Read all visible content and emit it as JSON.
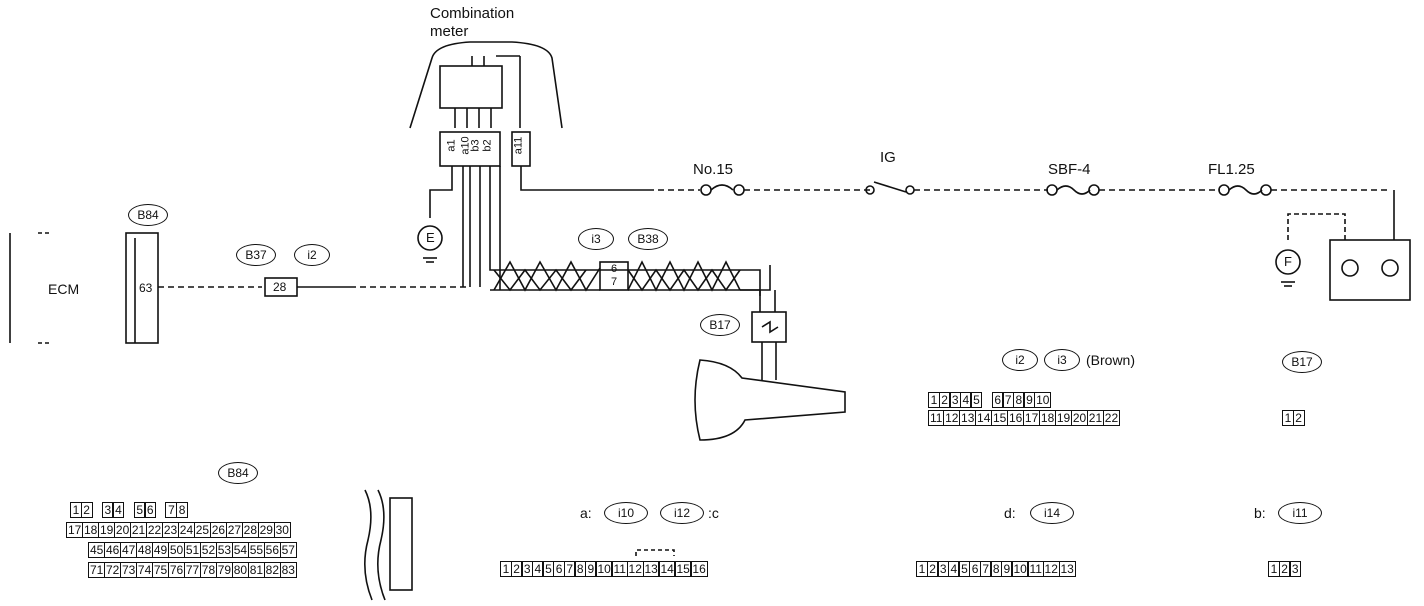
{
  "labels": {
    "combination_meter_line1": "Combination",
    "combination_meter_line2": "meter",
    "ecm": "ECM",
    "ecm_pin": "63",
    "b38_pin": "28",
    "i3_pin_top": "6",
    "i3_pin_bottom": "7",
    "no15": "No.15",
    "ig": "IG",
    "sbf4": "SBF-4",
    "fl125": "FL1.25",
    "brown": "(Brown)",
    "a_prefix": "a:",
    "c_suffix": ":c",
    "d_prefix": "d:",
    "b_prefix": "b:",
    "ground_e": "E",
    "ground_f": "F"
  },
  "meter_pins": [
    "a1",
    "a10",
    "b3",
    "b2",
    "a11"
  ],
  "ovals": {
    "b84_top": "B84",
    "b37": "B37",
    "i2": "i2",
    "i3": "i3",
    "b38": "B38",
    "b17_main": "B17",
    "i2_legend": "i2",
    "i3_legend": "i3",
    "b17_legend": "B17",
    "b84_bottom": "B84",
    "i10": "i10",
    "i12": "i12",
    "i14": "i14",
    "i11": "i11"
  },
  "connectors": {
    "i2_i3": {
      "row1": [
        "1",
        "2",
        "3",
        "4",
        "5",
        "",
        "6",
        "7",
        "8",
        "9",
        "10"
      ],
      "row2": [
        "11",
        "12",
        "13",
        "14",
        "15",
        "16",
        "17",
        "18",
        "19",
        "20",
        "21",
        "22"
      ]
    },
    "b17": [
      "1",
      "2"
    ],
    "b84": {
      "row1": [
        "1",
        "2",
        "",
        "3",
        "4",
        "",
        "5",
        "6",
        "",
        "7",
        "8",
        ""
      ],
      "row2": [
        "17",
        "18",
        "19",
        "20",
        "21",
        "22",
        "23",
        "24",
        "25",
        "26",
        "27",
        "28",
        "29",
        "30"
      ],
      "row3": [
        "45",
        "46",
        "47",
        "48",
        "49",
        "50",
        "51",
        "52",
        "53",
        "54",
        "55",
        "56",
        "57"
      ],
      "row4": [
        "71",
        "72",
        "73",
        "74",
        "75",
        "76",
        "77",
        "78",
        "79",
        "80",
        "81",
        "82",
        "83"
      ]
    },
    "i10_i12": [
      "1",
      "2",
      "3",
      "4",
      "5",
      "6",
      "7",
      "8",
      "9",
      "10",
      "11",
      "12",
      "13",
      "14",
      "15",
      "16"
    ],
    "i14": [
      "1",
      "2",
      "3",
      "4",
      "5",
      "6",
      "7",
      "8",
      "9",
      "10",
      "11",
      "12",
      "13"
    ],
    "i11": [
      "1",
      "2",
      "3"
    ]
  }
}
